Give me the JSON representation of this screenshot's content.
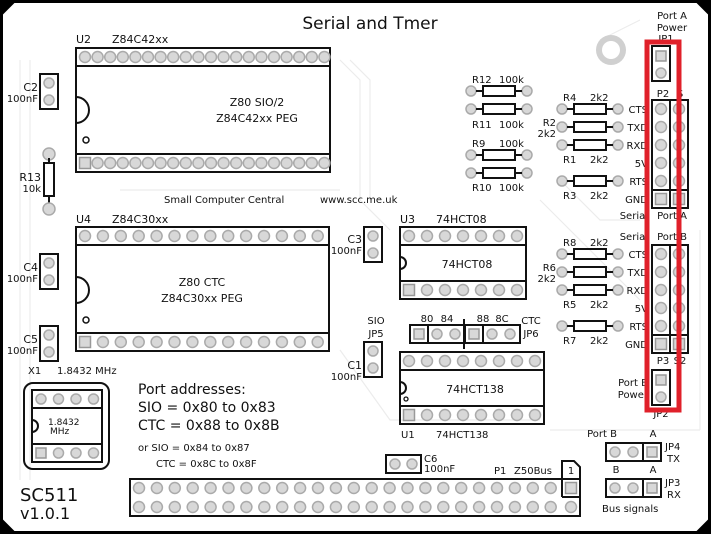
{
  "title": "Serial and Tmer",
  "board": {
    "name": "SC511",
    "version": "v1.0.1"
  },
  "credits": {
    "org": "Small Computer Central",
    "url": "www.scc.me.uk"
  },
  "colors": {
    "highlight": "#e0202a",
    "board": "#ffffff",
    "pad": "#d8d8d8"
  },
  "components": {
    "u2": {
      "ref": "U2",
      "part": "Z84C42xx",
      "line1": "Z80 SIO/2",
      "line2": "Z84C42xx PEG"
    },
    "u4": {
      "ref": "U4",
      "part": "Z84C30xx",
      "line1": "Z80 CTC",
      "line2": "Z84C30xx PEG"
    },
    "u3": {
      "ref": "U3",
      "part": "74HCT08",
      "line1": "74HCT08"
    },
    "u1": {
      "ref": "U1",
      "part": "74HCT138",
      "line1": "74HCT138"
    },
    "x1": {
      "ref": "X1",
      "freq": "1.8432 MHz",
      "body1": "1.8432",
      "body2": "MHz"
    },
    "c1": {
      "ref": "C1",
      "value": "100nF"
    },
    "c2": {
      "ref": "C2",
      "value": "100nF"
    },
    "c3": {
      "ref": "C3",
      "value": "100nF"
    },
    "c4": {
      "ref": "C4",
      "value": "100nF"
    },
    "c5": {
      "ref": "C5",
      "value": "100nF"
    },
    "c6": {
      "ref": "C6",
      "value": "100nF"
    },
    "r13": {
      "ref": "R13",
      "value": "10k"
    },
    "r12": {
      "ref": "R12",
      "value": "100k"
    },
    "r11": {
      "ref": "R11",
      "value": "100k"
    },
    "r9": {
      "ref": "R9",
      "value": "100k"
    },
    "r10": {
      "ref": "R10",
      "value": "100k"
    },
    "r4": {
      "ref": "R4",
      "value": "2k2"
    },
    "r2": {
      "ref": "R2",
      "value": "2k2"
    },
    "r1": {
      "ref": "R1",
      "value": "2k2"
    },
    "r3": {
      "ref": "R3",
      "value": "2k2"
    },
    "r8": {
      "ref": "R8",
      "value": "2k2"
    },
    "r6": {
      "ref": "R6",
      "value": "2k2"
    },
    "r5": {
      "ref": "R5",
      "value": "2k2"
    },
    "r7": {
      "ref": "R7",
      "value": "2k2"
    },
    "p1": {
      "ref": "P1",
      "name": "Z50Bus",
      "pin1": "1"
    }
  },
  "port_a": {
    "power_label1": "Port A",
    "power_label2": "Power",
    "jumper": "JP1",
    "header": "P2",
    "header2": "S",
    "signals": [
      "CTS",
      "TXD",
      "RXD",
      "5V",
      "RTS",
      "GND"
    ],
    "caption1": "Serial",
    "caption2": "Port A"
  },
  "port_b": {
    "caption1": "Serial",
    "caption2": "Port B",
    "signals": [
      "CTS",
      "TXD",
      "RXD",
      "5V",
      "RTS",
      "GND"
    ],
    "header": "P3",
    "header2": "S2",
    "power_label1": "Port B",
    "power_label2": "Power",
    "jumper": "JP2"
  },
  "jumpers": {
    "jp5": {
      "ref": "JP5",
      "label": "SIO",
      "opt1": "80",
      "opt2": "84"
    },
    "jp6": {
      "ref": "JP6",
      "label": "CTC",
      "opt1": "88",
      "opt2": "8C"
    },
    "jp4": {
      "ref": "JP4",
      "func": "TX",
      "b": "Port B",
      "a": "A"
    },
    "jp3": {
      "ref": "JP3",
      "func": "RX",
      "b": "B",
      "a": "A",
      "caption": "Bus signals"
    }
  },
  "notes": {
    "heading": "Port addresses:",
    "line1": "SIO = 0x80 to 0x83",
    "line2": "CTC = 0x88 to 0x8B",
    "alt1": "or SIO = 0x84 to 0x87",
    "alt2": "CTC = 0x8C to 0x8F"
  }
}
